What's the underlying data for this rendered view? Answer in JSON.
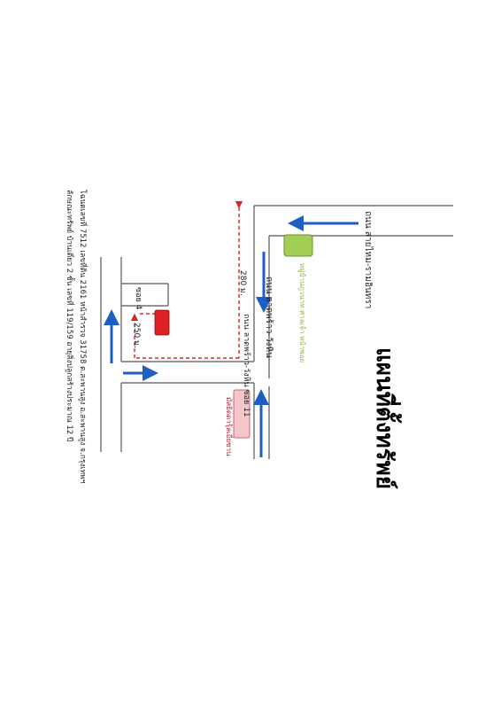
{
  "title": "แผนที่ตั้งทรัพย์",
  "roads": {
    "top_road": "ถนน สายไหม-รามอินทรา",
    "main_road": "ถนน ลาดพร้าว-วังหิน",
    "soi_road": "ถนน ลาดพร้าว-วังหิน ซอย 11",
    "soi_label": "ซอย 4"
  },
  "distances": {
    "d1": "280 ม.",
    "d2": "250 ม."
  },
  "landmarks": {
    "green": "หมู่บ้านภูวนาท ศาลเจ้า หน้าซอย",
    "pink": "มัสยิดดารุ้ลเอี่ยซาน"
  },
  "address": {
    "line1": "โฉนดเลขที่ 7512 เลขที่ดิน 2161 หน้าสำรวจ 31758 ต.สะพานสูง อ.สะพานสูง จ.กรุงเทพฯ",
    "line2": "ลักษณะทรัพย์ บ้านเดี่ยว 2 ชั้น เลขที่ 119/159 อายุสิ่งปลูกสร้างประมาณ 12 ปี"
  },
  "colors": {
    "road_line": "#555555",
    "arrow": "#1f5fc4",
    "dashed_route": "#d9262e",
    "target_property": "#dc2024",
    "green_landmark": "#a4cf56",
    "pink_landmark": "#f6c4cb"
  }
}
